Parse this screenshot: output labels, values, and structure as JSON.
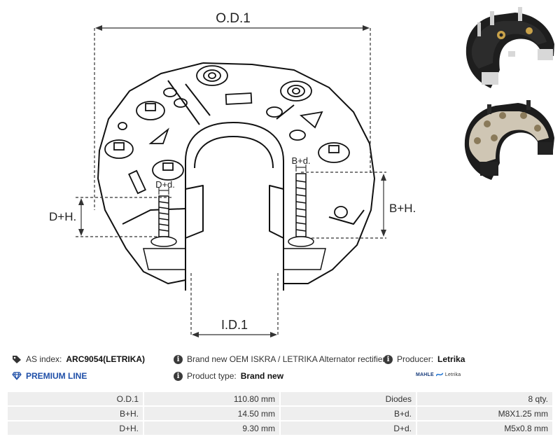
{
  "dimensions": {
    "od1": "O.D.1",
    "id1": "I.D.1",
    "bh": "B+H.",
    "dh": "D+H.",
    "bd": "B+d.",
    "dd": "D+d."
  },
  "info": {
    "as_index_label": "AS index:",
    "as_index_value": "ARC9054(LETRIKA)",
    "description": "Brand new OEM ISKRA / LETRIKA Alternator rectifier",
    "producer_label": "Producer:",
    "producer_value": "Letrika",
    "premium": "PREMIUM LINE",
    "product_type_label": "Product type:",
    "product_type_value": "Brand new",
    "logo_brand": "MAHLE",
    "logo_sub": "Letrika"
  },
  "specs": [
    {
      "l1": "O.D.1",
      "v1": "110.80 mm",
      "l2": "Diodes",
      "v2": "8 qty."
    },
    {
      "l1": "B+H.",
      "v1": "14.50 mm",
      "l2": "B+d.",
      "v2": "M8X1.25 mm"
    },
    {
      "l1": "D+H.",
      "v1": "9.30 mm",
      "l2": "D+d.",
      "v2": "M5x0.8 mm"
    }
  ],
  "icons": [
    "tag-icon",
    "info-icon",
    "diamond-icon",
    "mahle-logo-icon"
  ]
}
